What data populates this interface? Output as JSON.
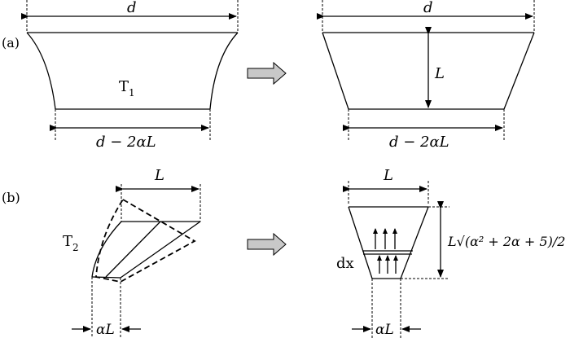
{
  "panel_a": {
    "label": "(a)",
    "top_dim": "d",
    "bottom_dim": "d − 2αL",
    "length_dim": "L",
    "region_label": "T",
    "region_sub": "1"
  },
  "panel_b": {
    "label": "(b)",
    "top_dim": "L",
    "offset_dim": "αL",
    "region_label": "T",
    "region_sub": "2",
    "element_label": "dx",
    "height_expr": "L√(α² + 2α + 5)/2"
  },
  "colors": {
    "arrow_fill": "#c8c8c8",
    "stroke": "#000000"
  }
}
